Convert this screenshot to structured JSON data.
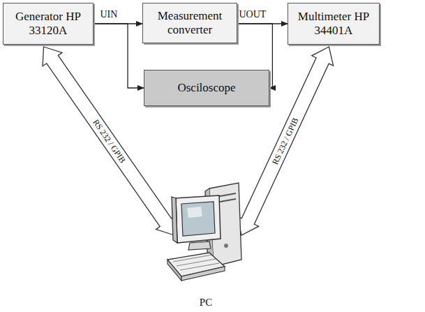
{
  "diagram": {
    "nodes": [
      {
        "text": [
          "Generator HP 33120A"
        ]
      },
      {
        "text": [
          "Measurement converter"
        ]
      },
      {
        "text": [
          "Multimeter HP 34401A"
        ]
      },
      {
        "text": [
          "Osciloscope"
        ]
      },
      {
        "text": [
          "PC"
        ]
      }
    ],
    "edges": [
      {
        "from": 0,
        "to": 1,
        "label": "UIN",
        "arrow": "to"
      },
      {
        "from": 0,
        "to": 3,
        "arrow": "to"
      },
      {
        "from": 1,
        "to": 2,
        "label": "UOUT",
        "arrow": "to"
      },
      {
        "from": 1,
        "to": 3,
        "arrow": "to"
      },
      {
        "from": 0,
        "to": 4,
        "label": "RS 232 / GPIB",
        "arrow": "both"
      },
      {
        "from": 2,
        "to": 4,
        "label": "RS 232 / GPIB",
        "arrow": "both"
      }
    ]
  }
}
